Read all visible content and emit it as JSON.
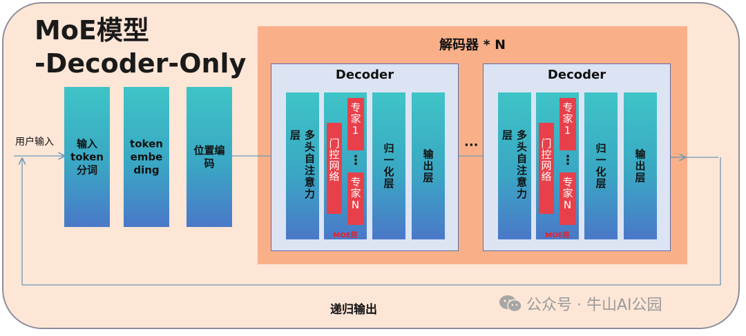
{
  "title": {
    "line1": "MoE模型",
    "line2": "-Decoder-Only"
  },
  "input_label": "用户输入",
  "pre_blocks": [
    {
      "label": "输入\ntoken\n分词"
    },
    {
      "label": "token\nembe\nding"
    },
    {
      "label": "位置编\n码"
    }
  ],
  "stack_label": "解码器 * N",
  "decoders": [
    {
      "title": "Decoder",
      "attention": "多头自注意力层",
      "gate": "门控网络",
      "expert_top": "专家1",
      "expert_dots": "⋮",
      "expert_bottom": "专家N",
      "moe_label": "MOE层",
      "norm": "归一化层",
      "output": "输出层"
    },
    {
      "title": "Decoder",
      "attention": "多头自注意力层",
      "gate": "门控网络",
      "expert_top": "专家1",
      "expert_dots": "⋮",
      "expert_bottom": "专家N",
      "moe_label": "MOE层",
      "norm": "归一化层",
      "output": "输出层"
    }
  ],
  "between_dots": "···",
  "recursive_label": "递归输出",
  "watermark": {
    "icon": "wechat-icon",
    "text": "公众号 · 牛山AI公园"
  },
  "colors": {
    "outer_bg": "#fde6d6",
    "stack_bg": "#f9b088",
    "decoder_bg": "#dce4f3",
    "expert_red": "#e8404a",
    "line": "#6a9ab8"
  }
}
